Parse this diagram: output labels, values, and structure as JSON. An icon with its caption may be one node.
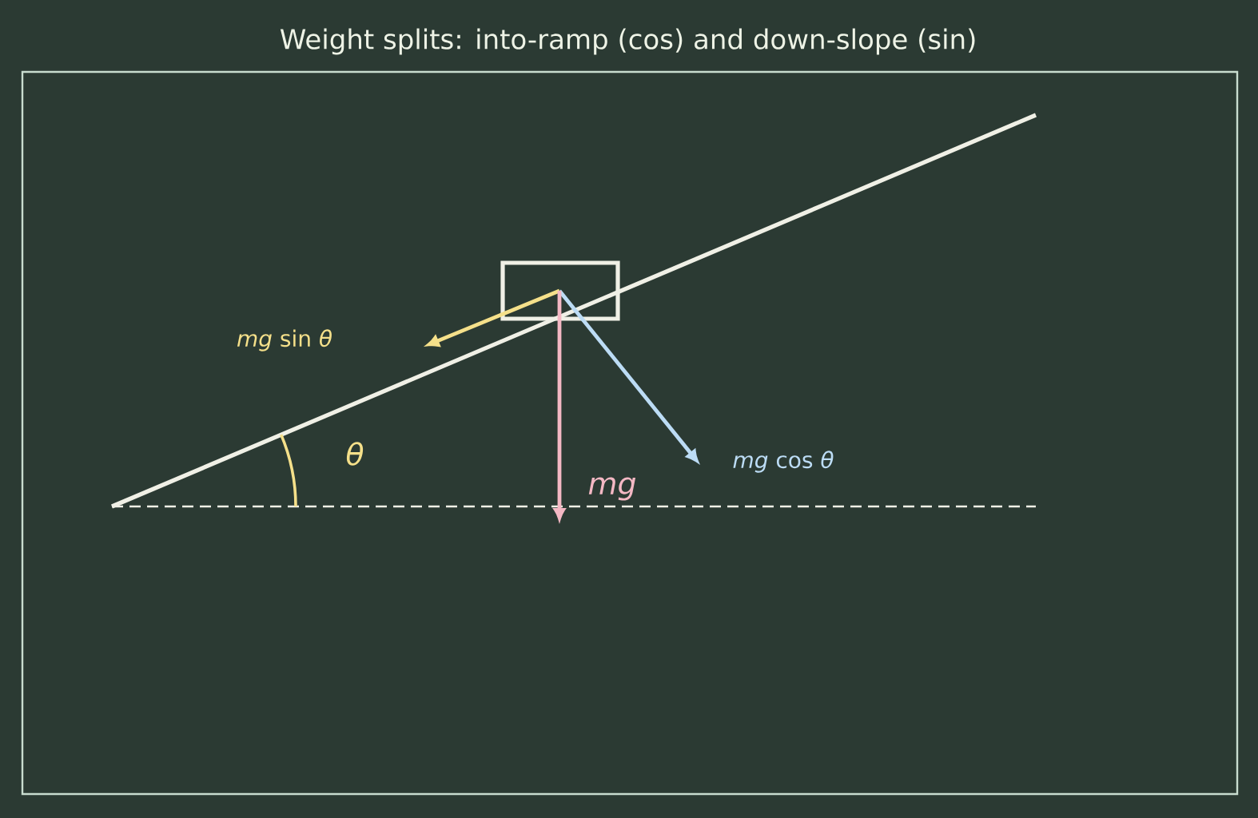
{
  "diagram": {
    "title": "Weight splits: into-ramp (cos) and down-slope (sin)",
    "nodes": [
      {
        "text": [],
        "shape": "box"
      }
    ],
    "labels": [
      "*mg* sin *θ*",
      "*θ*",
      "*mg*",
      "*mg* cos *θ*"
    ]
  }
}
